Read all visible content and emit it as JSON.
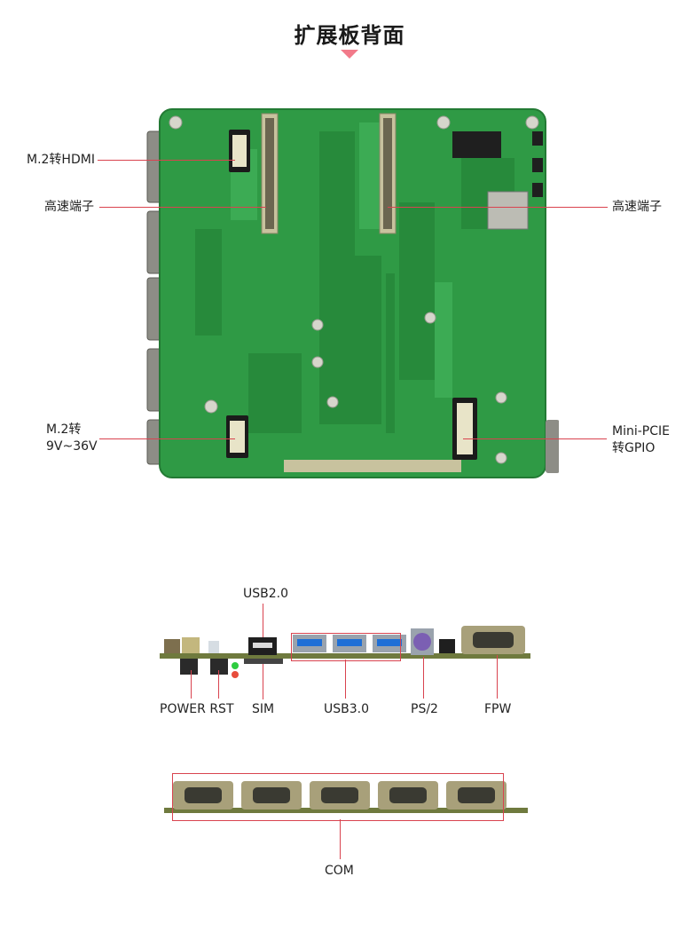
{
  "title": "扩展板背面",
  "board_labels": {
    "m2_hdmi": "M.2转HDMI",
    "high_speed_left": "高速端子",
    "high_speed_right": "高速端子",
    "m2_power_line1": "M.2转",
    "m2_power_line2": "9V~36V",
    "minipcie_line1": "Mini-PCIE",
    "minipcie_line2": "转GPIO"
  },
  "io_labels": {
    "usb2": "USB2.0",
    "power_rst": "POWER RST",
    "sim": "SIM",
    "usb3": "USB3.0",
    "ps2": "PS/2",
    "fpw": "FPW"
  },
  "com_label": "COM",
  "colors": {
    "accent": "#d9434f",
    "pcb_green": "#2f9a45",
    "arrow_pink": "#f27a8a"
  }
}
